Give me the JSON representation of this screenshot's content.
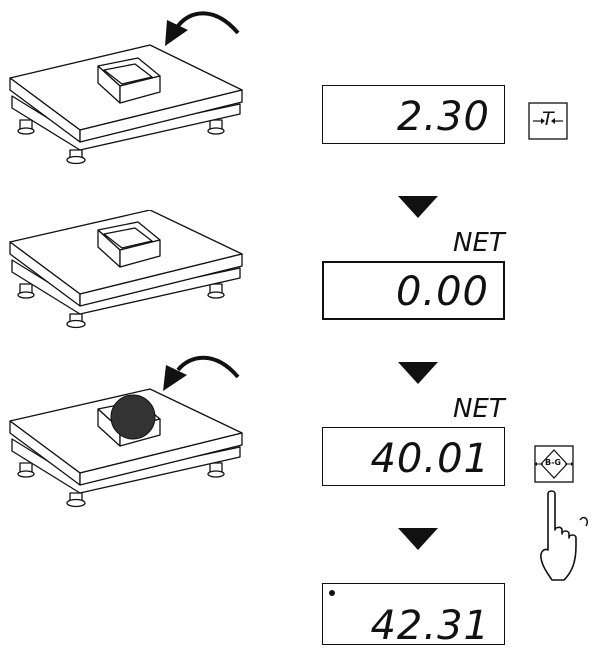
{
  "steps": [
    {
      "reading": "2.30",
      "net_label": "",
      "key": "tare-key",
      "key_label": "T"
    },
    {
      "reading": "0.00",
      "net_label": "NET"
    },
    {
      "reading": "40.01",
      "net_label": "NET",
      "key": "gross-net-key",
      "key_label": "B-G"
    },
    {
      "reading": "42.31",
      "net_label": "",
      "stability_dot": true
    }
  ],
  "icons": [
    "curved-arrow-icon",
    "pointing-hand-icon",
    "down-triangle-icon"
  ]
}
